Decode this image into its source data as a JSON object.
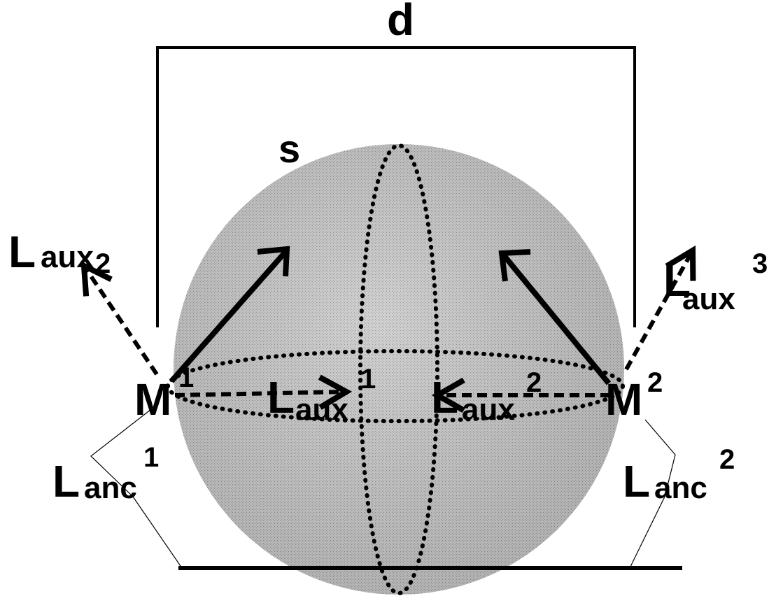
{
  "labels": {
    "distance": "d",
    "sphere": "s",
    "marker_left": "M",
    "marker_left_index": "1",
    "marker_right": "M",
    "marker_right_index": "2",
    "laux_left_main": "L",
    "laux_left_sub": "aux",
    "laux_left_sup": "2",
    "laux_right_main": "L",
    "laux_right_sub": "aux",
    "laux_right_sup": "3",
    "laux_mid1_main": "L",
    "laux_mid1_sub": "aux",
    "laux_mid1_sup": "1",
    "laux_mid2_main": "L",
    "laux_mid2_sub": "aux",
    "laux_mid2_sup": "2",
    "lanc_left_main": "L",
    "lanc_left_sub": "anc",
    "lanc_left_sup": "1",
    "lanc_right_main": "L",
    "lanc_right_sub": "anc",
    "lanc_right_sup": "2"
  }
}
